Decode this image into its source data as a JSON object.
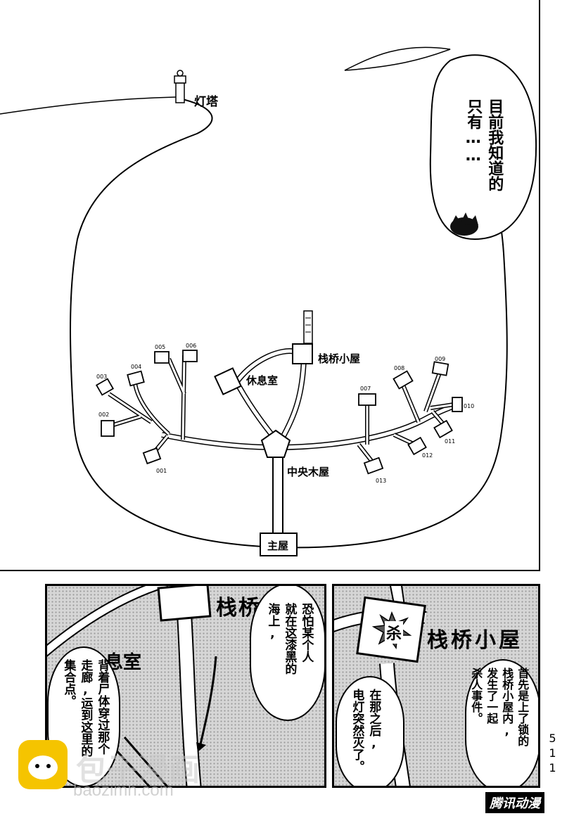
{
  "map": {
    "lighthouse_label": "灯塔",
    "pier_hut_label": "栈桥小屋",
    "lounge_label": "休息室",
    "central_cabin_label": "中央木屋",
    "main_house_label": "主屋",
    "cabin_numbers": [
      "001",
      "002",
      "003",
      "004",
      "005",
      "006",
      "007",
      "008",
      "009",
      "010",
      "011",
      "012",
      "013"
    ]
  },
  "top_bubble": {
    "line1": "目前我知道的",
    "line2": "只有……"
  },
  "bottom_left": {
    "bubble1_lines": [
      "恐怕某个人",
      "就在这漆黑的",
      "海上,"
    ],
    "bubble2_lines": [
      "背着尸体穿过那个",
      "走廊,运到这里的",
      "集合点。"
    ],
    "bg_label_1": "栈桥",
    "bg_label_2": "息室"
  },
  "bottom_right": {
    "kill_mark": "杀",
    "pier_label": "栈桥小屋",
    "bubble1_lines": [
      "首先是上了锁的",
      "栈桥小屋内,",
      "发生了一起",
      "杀人事件。"
    ],
    "bubble2_lines": [
      "在那之后,",
      "电灯突然灭了。"
    ]
  },
  "page_number": "511",
  "watermark": {
    "text1": "包子漫画",
    "text2": "baozimh.com",
    "publisher": "腾讯动漫"
  }
}
